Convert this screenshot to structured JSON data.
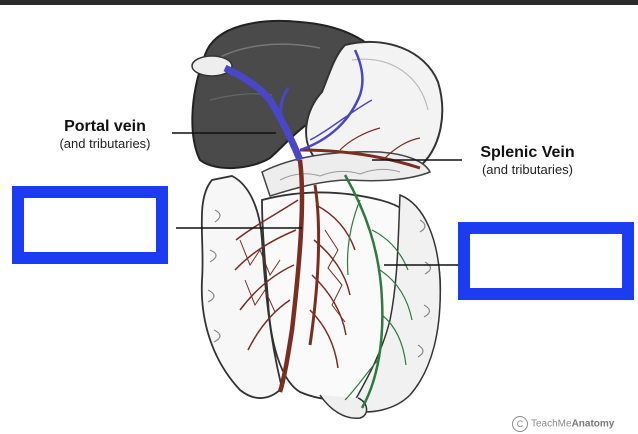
{
  "labels": {
    "portal_vein": {
      "title": "Portal vein",
      "subtitle": "(and tributaries)"
    },
    "splenic_vein": {
      "title": "Splenic Vein",
      "subtitle": "(and tributaries)"
    }
  },
  "blank_answer_boxes": [
    {
      "id": "left",
      "text": ""
    },
    {
      "id": "right",
      "text": ""
    }
  ],
  "watermark": {
    "prefix": "TeachMe",
    "brand": "Anatomy",
    "icon": "copyright-icon"
  },
  "colors": {
    "box_border": "#1b3cf0",
    "portal_vein": "#4a46c8",
    "superior_mesenteric": "#7a2e22",
    "inferior_mesenteric": "#2f7a3c"
  }
}
